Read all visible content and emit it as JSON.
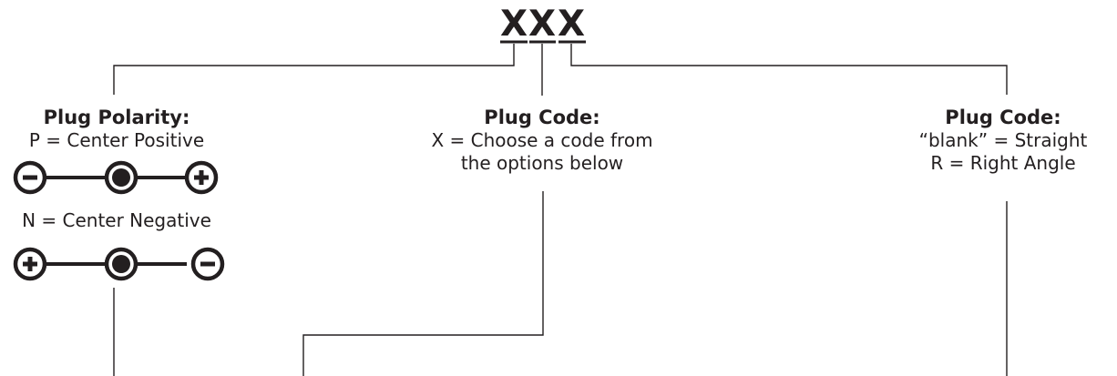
{
  "code": {
    "chars": [
      "X",
      "X",
      "X"
    ]
  },
  "polarity": {
    "heading": "Plug Polarity:",
    "positive_text": "P =  Center Positive",
    "negative_text": "N = Center Negative",
    "positive_symbol": {
      "left": "minus",
      "right": "plus"
    },
    "negative_symbol": {
      "left": "plus",
      "right": "minus"
    }
  },
  "plug_code_center": {
    "heading": "Plug Code:",
    "line1": "X =  Choose a code from",
    "line2": "the options below"
  },
  "plug_code_right": {
    "heading": "Plug Code:",
    "line1": "“blank” =  Straight",
    "line2": "R = Right Angle"
  },
  "colors": {
    "ink": "#231f20",
    "line": "#231f20",
    "background": "#ffffff"
  }
}
